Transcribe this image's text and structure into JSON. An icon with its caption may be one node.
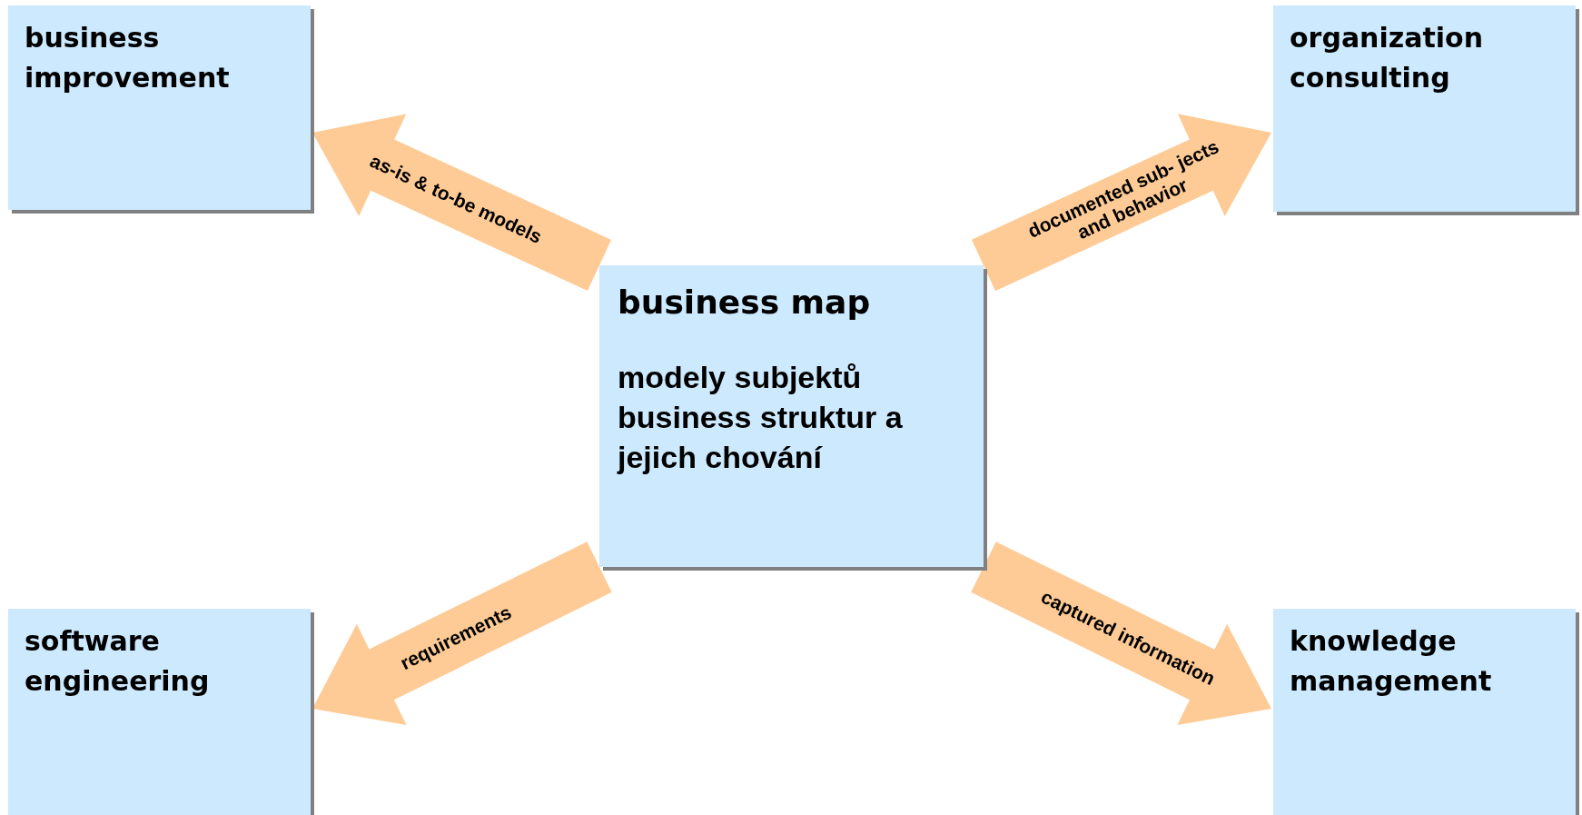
{
  "diagram": {
    "nodes": [
      {
        "text": [
          "business improvement"
        ]
      },
      {
        "text": [
          "organization consulting"
        ]
      },
      {
        "text": [
          "business map",
          "modely subjektů business struktur a jejich chování"
        ]
      },
      {
        "text": [
          "software engineering"
        ]
      },
      {
        "text": [
          "knowledge management"
        ]
      }
    ],
    "edges": [
      {
        "from": 2,
        "to": 0,
        "arrow": "to",
        "label": "as-is & to-be models"
      },
      {
        "from": 2,
        "to": 1,
        "arrow": "to",
        "label": "documented sub- jects and behavior"
      },
      {
        "from": 2,
        "to": 3,
        "arrow": "to",
        "label": "requirements"
      },
      {
        "from": 2,
        "to": 4,
        "arrow": "to",
        "label": "captured information"
      }
    ]
  }
}
